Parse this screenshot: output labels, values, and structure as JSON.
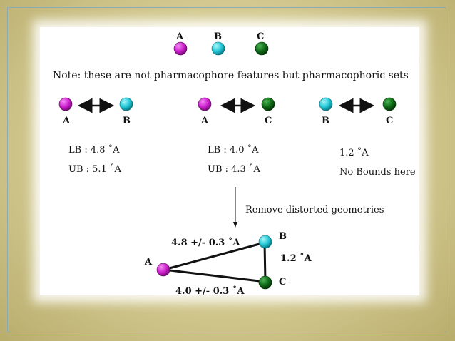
{
  "legend": {
    "a_label": "A",
    "b_label": "B",
    "c_label": "C"
  },
  "note": "Note: these are not pharmacophore features but pharmacophoric sets",
  "pairs": [
    {
      "left": "A",
      "right": "B",
      "line1": "LB : 4.8 ˚A",
      "line2": "UB : 5.1 ˚A"
    },
    {
      "left": "A",
      "right": "C",
      "line1": "LB : 4.0 ˚A",
      "line2": "UB : 4.3 ˚A"
    },
    {
      "left": "B",
      "right": "C",
      "line1": "1.2 ˚A",
      "line2": "No Bounds here"
    }
  ],
  "step_label": "Remove distorted geometries",
  "triangle": {
    "a_label": "A",
    "b_label": "B",
    "c_label": "C",
    "ab_distance": "4.8 +/-  0.3 ˚A",
    "bc_distance": "1.2 ˚A",
    "ac_distance": "4.0 +/-  0.3 ˚A"
  },
  "colors": {
    "A": "#cc1fcc",
    "B": "#22c7d6",
    "C": "#0e6a16"
  }
}
